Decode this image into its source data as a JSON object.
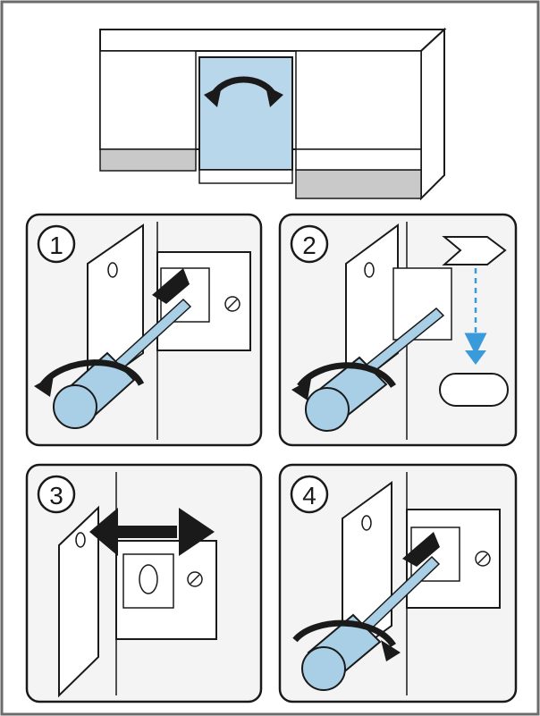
{
  "colors": {
    "frame_border": "#6b6b6b",
    "panel_bg": "#f4f4f4",
    "outline": "#1a1a1a",
    "door_blue": "#b9d7ea",
    "tool_blue": "#a9cfe6",
    "arrow_blue": "#3b9ad9",
    "plinth_grey": "#c9c9c9"
  },
  "steps": [
    {
      "number": "1",
      "icon": "screwdriver-loosen-icon"
    },
    {
      "number": "2",
      "icon": "screwdriver-remove-screw-icon"
    },
    {
      "number": "3",
      "icon": "hinge-slide-icon"
    },
    {
      "number": "4",
      "icon": "screwdriver-tighten-icon"
    }
  ],
  "overview_icon": "dishwasher-door-rotate-icon"
}
